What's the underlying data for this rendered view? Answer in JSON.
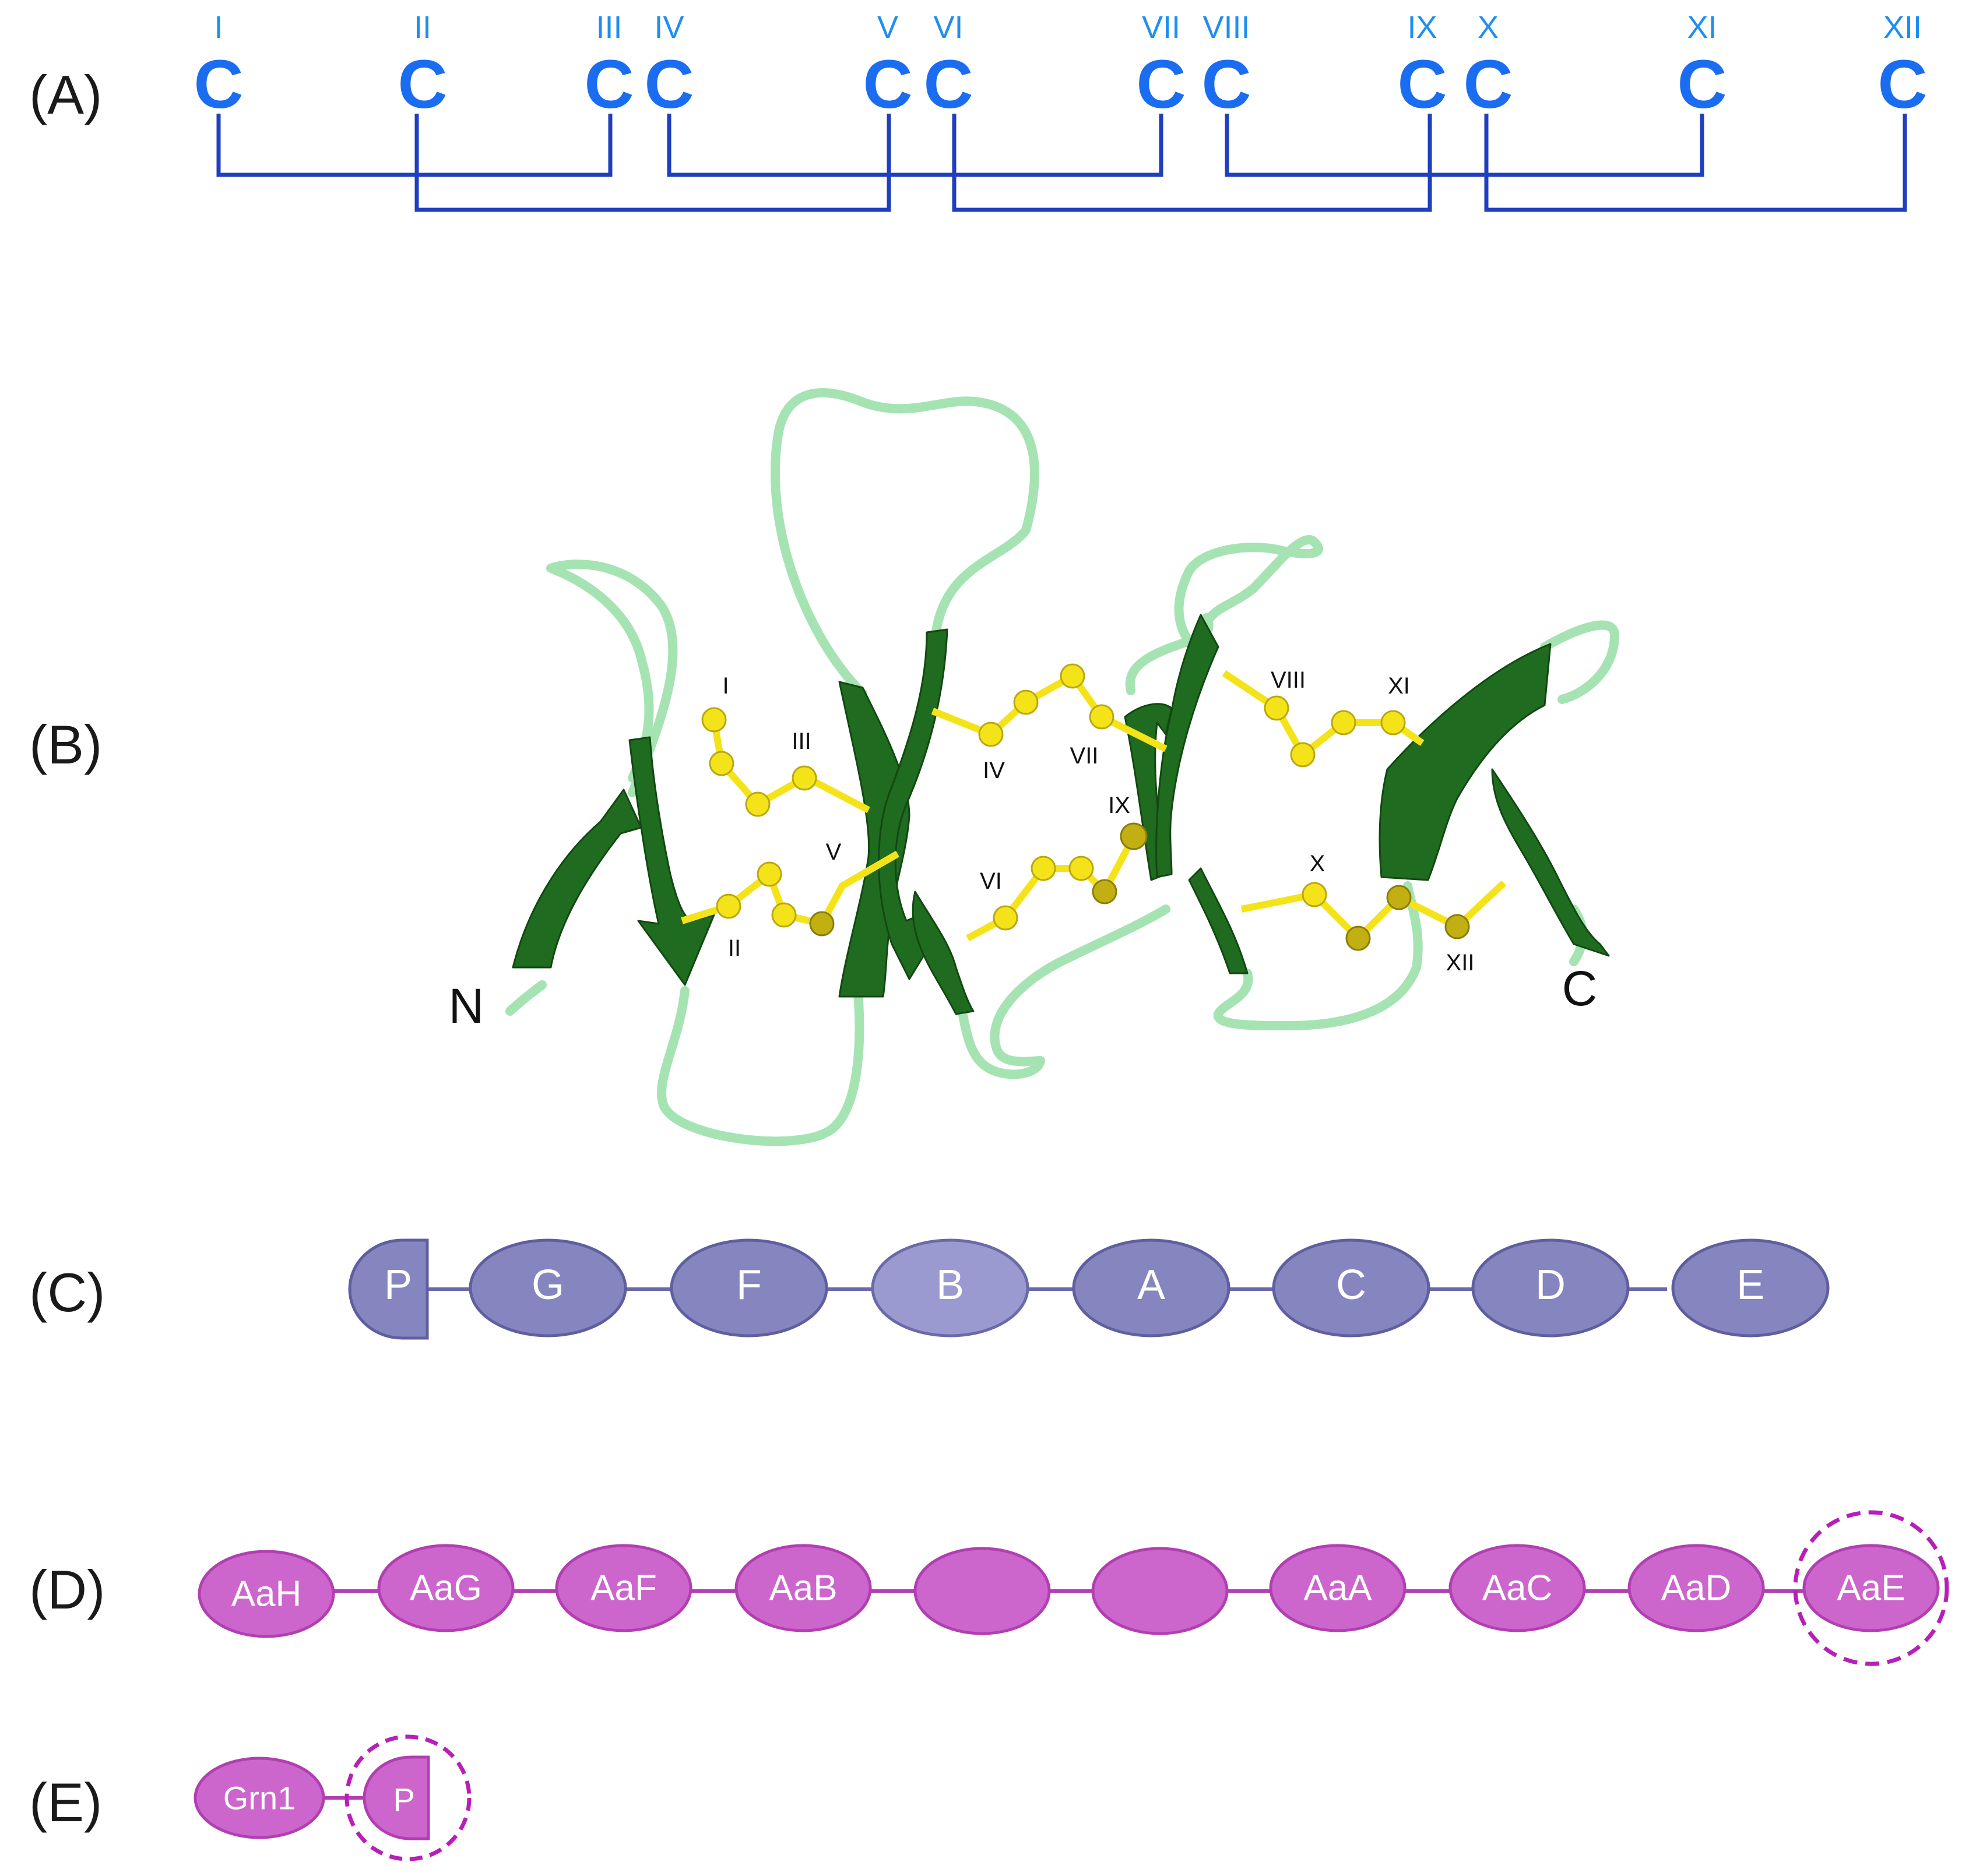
{
  "panel_labels": {
    "a": "(A)",
    "b": "(B)",
    "c": "(C)",
    "d": "(D)",
    "e": "(E)"
  },
  "panel_a": {
    "cysteine_letter": "C",
    "cysteine_numerals": [
      "I",
      "II",
      "III",
      "IV",
      "V",
      "VI",
      "VII",
      "VIII",
      "IX",
      "X",
      "XI",
      "XII"
    ],
    "disulfide_pairs": [
      [
        "I",
        "III"
      ],
      [
        "II",
        "V"
      ],
      [
        "IV",
        "VII"
      ],
      [
        "VI",
        "IX"
      ],
      [
        "VIII",
        "XI"
      ],
      [
        "X",
        "XII"
      ]
    ]
  },
  "panel_b": {
    "terminus_n": "N",
    "terminus_c": "C",
    "bond_labels": [
      "I",
      "III",
      "V",
      "II",
      "IV",
      "VII",
      "VI",
      "IX",
      "VIII",
      "XI",
      "X",
      "XII"
    ]
  },
  "panel_c": {
    "modules": [
      "P",
      "G",
      "F",
      "B",
      "A",
      "C",
      "D",
      "E"
    ]
  },
  "panel_d": {
    "modules": [
      "AaH",
      "AaG",
      "AaF",
      "AaB",
      "",
      "",
      "AaA",
      "AaC",
      "AaD",
      "AaE"
    ],
    "dashed_circled": [
      "AaE"
    ]
  },
  "panel_e": {
    "modules": [
      "Grn1",
      "P"
    ],
    "dashed_circled": [
      "P"
    ]
  },
  "colors": {
    "cysteine_blue": "#1a6df0",
    "bond_blue": "#1f3fbf",
    "strand_green": "#1f6b1f",
    "loop_green": "#a6e3b3",
    "disulfide_yellow": "#f5e31a",
    "module_purple": "#8585bf",
    "module_purple_light": "#9a9ad0",
    "module_magenta": "#cc66cc",
    "module_magenta_stroke": "#b23fb2",
    "dashed_magenta": "#b81fb8"
  }
}
